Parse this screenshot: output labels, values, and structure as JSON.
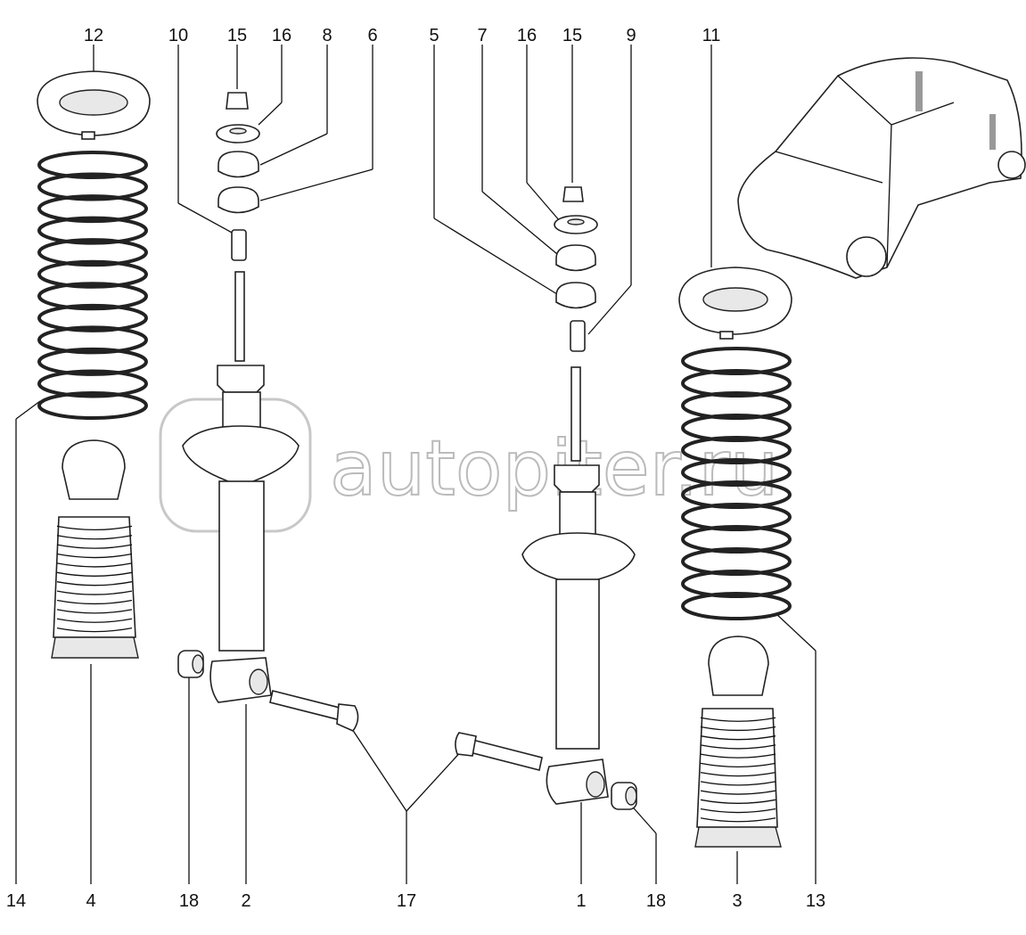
{
  "diagram": {
    "watermark": "autopiter.ru",
    "top_labels": [
      "12",
      "10",
      "15",
      "16",
      "8",
      "6",
      "5",
      "7",
      "16",
      "15",
      "9",
      "11"
    ],
    "bottom_labels": [
      "14",
      "4",
      "18",
      "2",
      "17",
      "1",
      "18",
      "3",
      "13"
    ]
  }
}
